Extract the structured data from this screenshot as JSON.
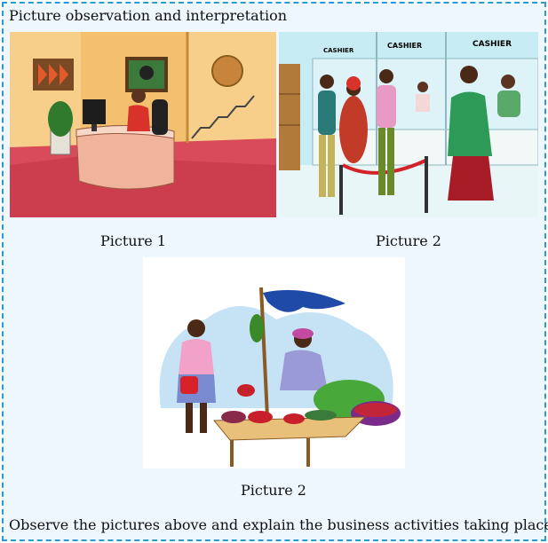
{
  "title": "Picture observation and interpretation",
  "pictures": [
    {
      "caption": "Picture 1"
    },
    {
      "caption": "Picture 2",
      "signs": [
        "CASHIER",
        "CASHIER",
        "CASHIER"
      ]
    },
    {
      "caption": "Picture 2"
    }
  ],
  "instruction": "Observe the pictures above and explain the business activities taking place",
  "colors": {
    "frame": "#2a9ad6",
    "panel": "#eef7fd",
    "office_floor": "#d94a5a",
    "office_wall": "#f7cf8a",
    "bank_wall": "#c7ecf4",
    "market_sky": "#c6e3f6"
  }
}
